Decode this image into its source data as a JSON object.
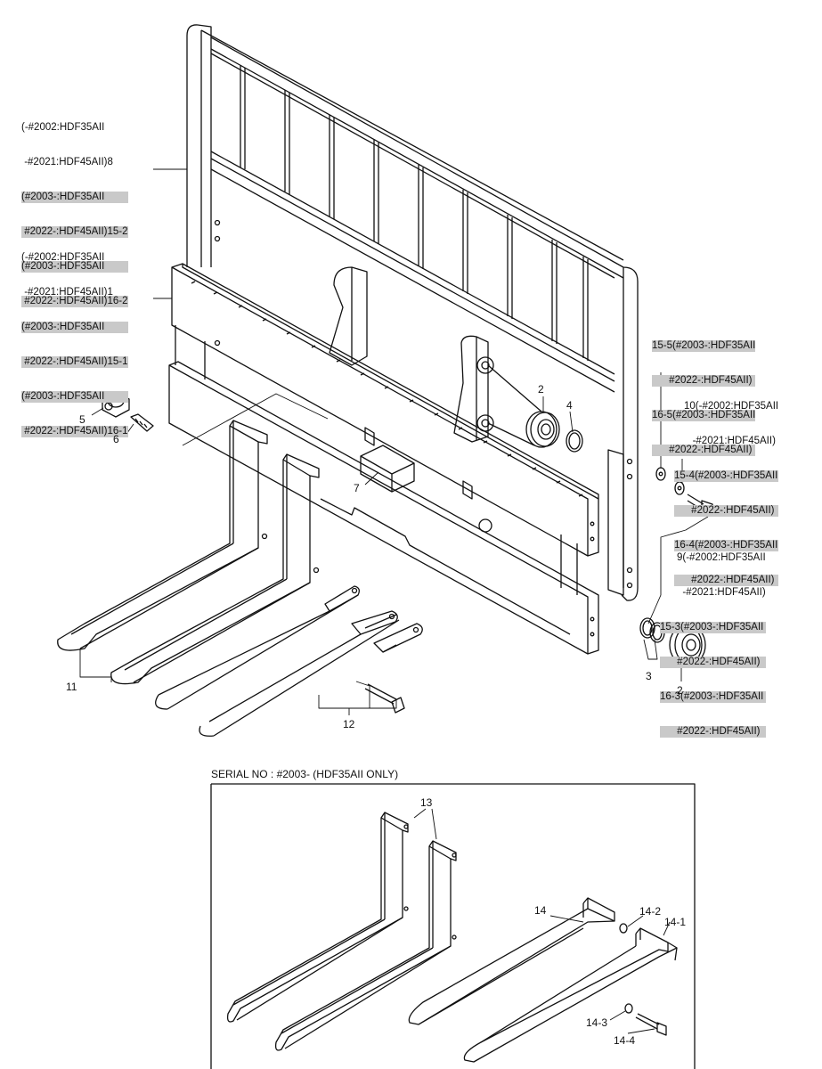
{
  "labels": {
    "backrest": [
      "(-#2002:HDF35AII",
      " -#2021:HDF45AII)8",
      "(#2003-:HDF35AII",
      " #2022-:HDF45AII)15-2",
      "(#2003-:HDF35AII",
      " #2022-:HDF45AII)16-2"
    ],
    "carriage": [
      "(-#2002:HDF35AII",
      " -#2021:HDF45AII)1",
      "(#2003-:HDF35AII",
      " #2022-:HDF45AII)15-1",
      "(#2003-:HDF35AII",
      " #2022-:HDF45AII)16-1"
    ],
    "right_top": [
      "15-5(#2003-:HDF35AII",
      "      #2022-:HDF45AII)",
      "16-5(#2003-:HDF35AII",
      "      #2022-:HDF45AII)"
    ],
    "right_mid": [
      "10(-#2002:HDF35AII",
      "   -#2021:HDF45AII)",
      "15-4(#2003-:HDF35AII",
      "      #2022-:HDF45AII)",
      "16-4(#2003-:HDF35AII",
      "      #2022-:HDF45AII)"
    ],
    "right_low": [
      "9(-#2002:HDF35AII",
      "  -#2021:HDF45AII)",
      "15-3(#2003-:HDF35AII",
      "      #2022-:HDF45AII)",
      "16-3(#2003-:HDF35AII",
      "      #2022-:HDF45AII)"
    ]
  },
  "part_numbers": {
    "p2a": "2",
    "p4": "4",
    "p5": "5",
    "p6": "6",
    "p7": "7",
    "p3": "3",
    "p2b": "2",
    "p11": "11",
    "p12": "12",
    "p13": "13",
    "p14": "14",
    "p14_2": "14-2",
    "p14_1": "14-1",
    "p14_3": "14-3",
    "p14_4": "14-4"
  },
  "serial_note": "SERIAL NO : #2003- (HDF35AII ONLY)"
}
